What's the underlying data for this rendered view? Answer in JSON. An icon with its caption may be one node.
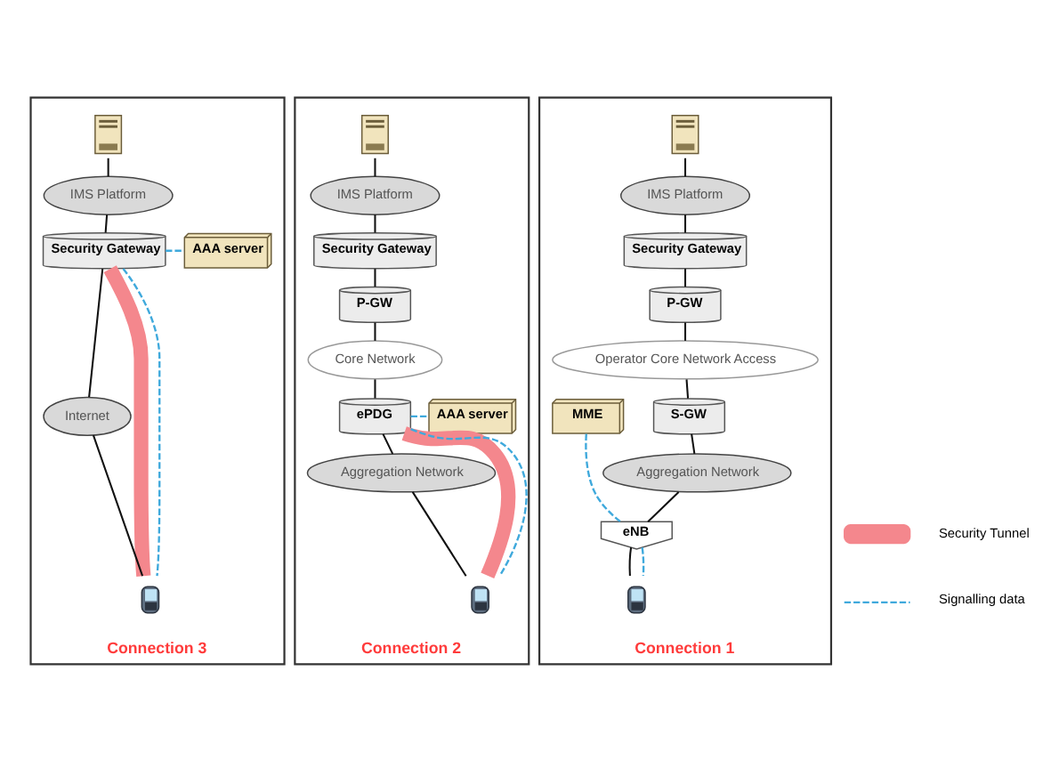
{
  "diagram": {
    "nodes": [
      {
        "text": [
          "Connection 3"
        ]
      },
      {
        "text": [],
        "shape": "picture",
        "in": 0
      },
      {
        "text": [
          "IMS Platform"
        ],
        "in": 0
      },
      {
        "text": [
          "Security Gateway"
        ],
        "in": 0
      },
      {
        "text": [
          "AAA server"
        ],
        "in": 0
      },
      {
        "text": [
          "Internet"
        ],
        "in": 0
      },
      {
        "text": [],
        "shape": "picture",
        "in": 0
      },
      {
        "text": [
          "Connection 2"
        ]
      },
      {
        "text": [],
        "shape": "picture",
        "in": 7
      },
      {
        "text": [
          "IMS Platform"
        ],
        "in": 7
      },
      {
        "text": [
          "Security Gateway"
        ],
        "in": 7
      },
      {
        "text": [
          "P-GW"
        ],
        "in": 7
      },
      {
        "text": [
          "Core Network"
        ],
        "in": 7
      },
      {
        "text": [
          "ePDG"
        ],
        "in": 7
      },
      {
        "text": [
          "AAA server"
        ],
        "in": 7
      },
      {
        "text": [
          "Aggregation Network"
        ],
        "in": 7
      },
      {
        "text": [],
        "shape": "picture",
        "in": 7
      },
      {
        "text": [
          "Connection 1"
        ]
      },
      {
        "text": [],
        "shape": "picture",
        "in": 17
      },
      {
        "text": [
          "IMS Platform"
        ],
        "in": 17
      },
      {
        "text": [
          "Security Gateway"
        ],
        "in": 17
      },
      {
        "text": [
          "P-GW"
        ],
        "in": 17
      },
      {
        "text": [
          "Operator Core Network Access"
        ],
        "in": 17
      },
      {
        "text": [
          "S-GW"
        ],
        "in": 17
      },
      {
        "text": [
          "MME"
        ],
        "in": 17
      },
      {
        "text": [
          "Aggregation Network"
        ],
        "in": 17
      },
      {
        "text": [
          "eNB"
        ],
        "in": 17
      },
      {
        "text": [],
        "shape": "picture",
        "in": 17
      }
    ],
    "edges": [
      {
        "from": 3,
        "to": 6,
        "arrow": "none",
        "style": "thick",
        "color": "#f4878d"
      },
      {
        "from": 1,
        "to": 2,
        "arrow": "none"
      },
      {
        "from": 2,
        "to": 3,
        "arrow": "none"
      },
      {
        "from": 3,
        "to": 5,
        "arrow": "none"
      },
      {
        "from": 5,
        "to": 6,
        "arrow": "none"
      },
      {
        "from": 3,
        "to": 4,
        "arrow": "none",
        "style": "dashed",
        "color": "#3fa9dc"
      },
      {
        "from": 3,
        "to": 6,
        "arrow": "none",
        "style": "dashed",
        "color": "#3fa9dc"
      },
      {
        "from": 13,
        "to": 16,
        "arrow": "none",
        "style": "thick",
        "color": "#f4878d"
      },
      {
        "from": 8,
        "to": 9,
        "arrow": "none"
      },
      {
        "from": 9,
        "to": 10,
        "arrow": "none"
      },
      {
        "from": 10,
        "to": 11,
        "arrow": "none"
      },
      {
        "from": 11,
        "to": 12,
        "arrow": "none"
      },
      {
        "from": 12,
        "to": 13,
        "arrow": "none"
      },
      {
        "from": 13,
        "to": 15,
        "arrow": "none"
      },
      {
        "from": 15,
        "to": 16,
        "arrow": "none"
      },
      {
        "from": 13,
        "to": 14,
        "arrow": "none",
        "style": "dashed",
        "color": "#3fa9dc"
      },
      {
        "from": 13,
        "to": 16,
        "arrow": "none",
        "style": "dashed",
        "color": "#3fa9dc"
      },
      {
        "from": 18,
        "to": 19,
        "arrow": "none"
      },
      {
        "from": 19,
        "to": 20,
        "arrow": "none"
      },
      {
        "from": 20,
        "to": 21,
        "arrow": "none"
      },
      {
        "from": 21,
        "to": 22,
        "arrow": "none"
      },
      {
        "from": 22,
        "to": 23,
        "arrow": "none"
      },
      {
        "from": 23,
        "to": 25,
        "arrow": "none"
      },
      {
        "from": 25,
        "to": 26,
        "arrow": "none"
      },
      {
        "from": 26,
        "to": 27,
        "arrow": "none"
      },
      {
        "from": 24,
        "to": 26,
        "arrow": "none",
        "style": "dashed",
        "color": "#3fa9dc"
      },
      {
        "from": 26,
        "to": 27,
        "arrow": "none",
        "style": "dashed",
        "color": "#3fa9dc"
      }
    ],
    "legend": [
      {
        "text": "Security Tunnel",
        "color": "#f4878d"
      },
      {
        "text": "Signalling data"
      }
    ]
  }
}
